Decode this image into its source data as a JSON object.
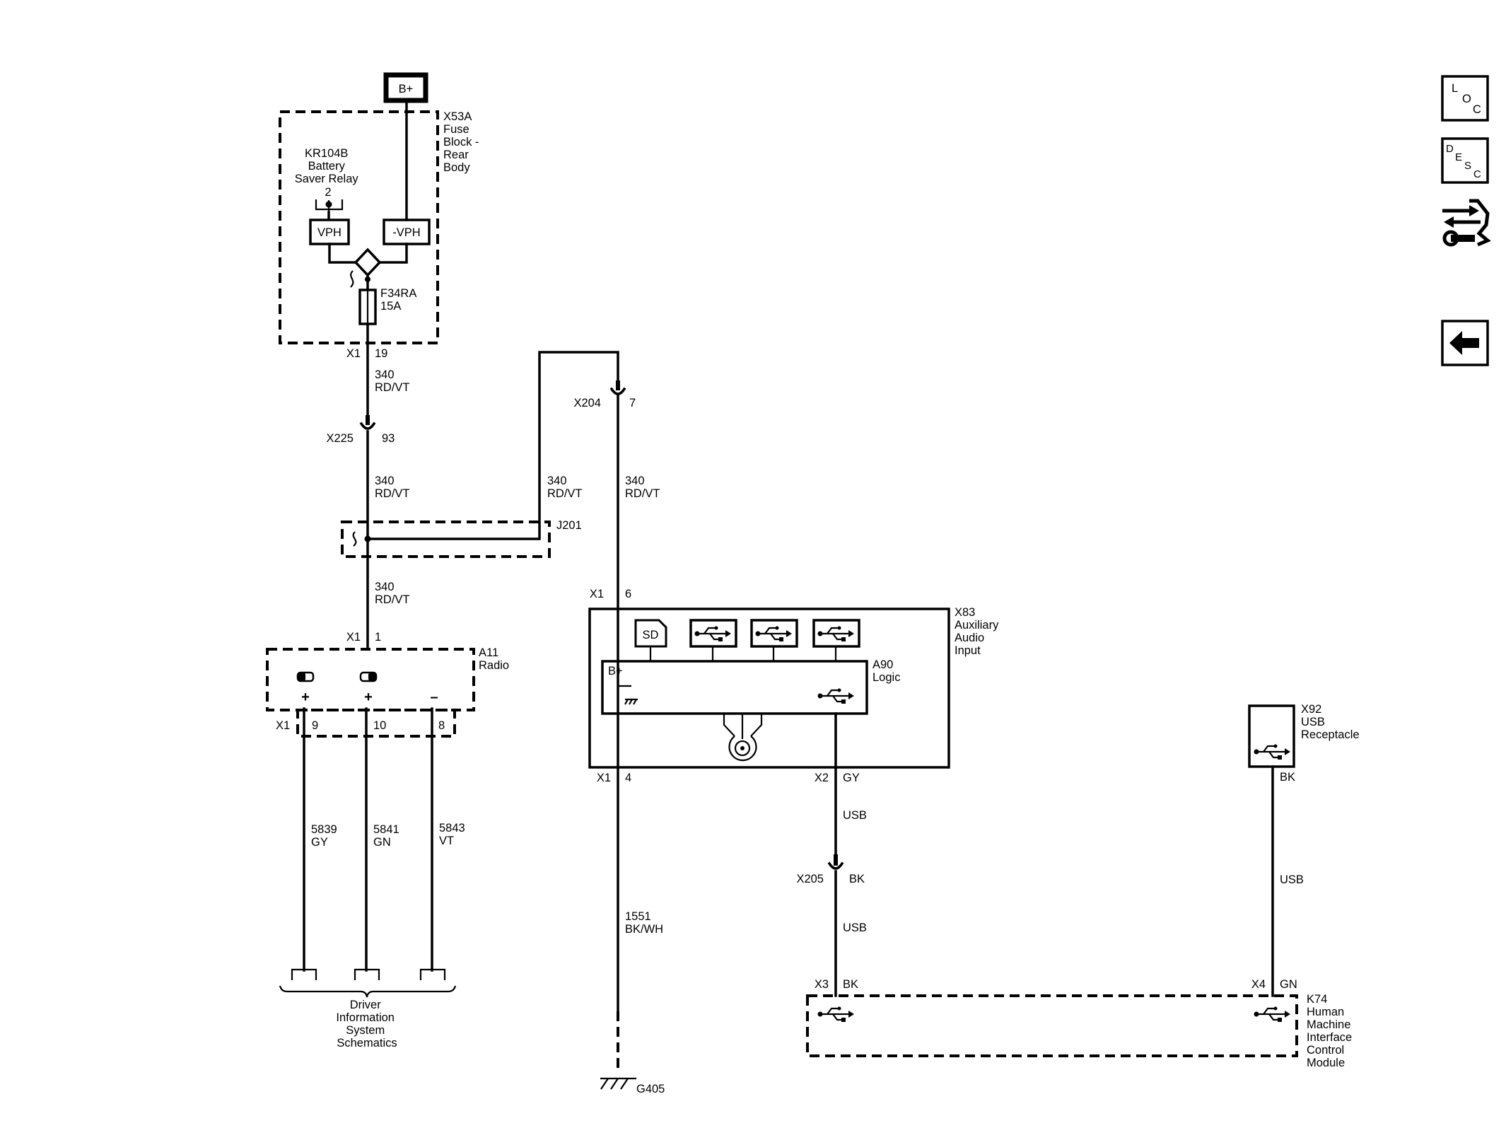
{
  "power": {
    "bplus": "B+"
  },
  "fuse_block": {
    "lines": [
      "X53A",
      "Fuse",
      "Block -",
      "Rear",
      "Body"
    ]
  },
  "relay": {
    "lines": [
      "KR104B",
      "Battery",
      "Saver Relay"
    ],
    "pin": "2",
    "vph": "VPH",
    "neg_vph": "-VPH"
  },
  "fuse": {
    "lines": [
      "F34RA",
      "15A"
    ]
  },
  "conn_x1_19": {
    "name": "X1",
    "pin": "19"
  },
  "wire_340_a": {
    "lines": [
      "340",
      "RD/VT"
    ]
  },
  "conn_x225": {
    "name": "X225",
    "pin": "93"
  },
  "wire_340_b": {
    "lines": [
      "340",
      "RD/VT"
    ]
  },
  "wire_340_c": {
    "lines": [
      "340",
      "RD/VT"
    ]
  },
  "splice": {
    "name": "J201"
  },
  "wire_340_d": {
    "lines": [
      "340",
      "RD/VT"
    ]
  },
  "radio": {
    "conn": "X1",
    "pin_in": "1",
    "lines": [
      "A11",
      "Radio"
    ],
    "pins": [
      "X1",
      "9",
      "10",
      "8"
    ],
    "signs": [
      "+",
      "+",
      "–"
    ]
  },
  "wires_radio": [
    {
      "num": "5839",
      "color": "GY"
    },
    {
      "num": "5841",
      "color": "GN"
    },
    {
      "num": "5843",
      "color": "VT"
    }
  ],
  "dis": {
    "lines": [
      "Driver",
      "Information",
      "System",
      "Schematics"
    ]
  },
  "conn_x204": {
    "name": "X204",
    "pin": "7"
  },
  "wire_340_e": {
    "lines": [
      "340",
      "RD/VT"
    ]
  },
  "aux": {
    "conn_top": "X1",
    "pin_top": "6",
    "lines": [
      "X83",
      "Auxiliary",
      "Audio",
      "Input"
    ],
    "sd": "SD",
    "logic_lines": [
      "A90",
      "Logic"
    ],
    "bplus": "B+",
    "conn_bottom1": "X1",
    "pin_bottom1": "4",
    "conn_bottom2": "X2",
    "pin_bottom2": "GY"
  },
  "wire_1551": {
    "lines": [
      "1551",
      "BK/WH"
    ]
  },
  "ground": {
    "name": "G405"
  },
  "usb_labels": [
    "USB",
    "USB",
    "USB"
  ],
  "conn_x205": {
    "name": "X205",
    "pin": "BK"
  },
  "usb_receptacle": {
    "lines": [
      "X92",
      "USB",
      "Receptacle"
    ],
    "pin": "BK"
  },
  "hmi": {
    "lines": [
      "K74",
      "Human",
      "Machine",
      "Interface",
      "Control",
      "Module"
    ],
    "conn_left": "X3",
    "pin_left": "BK",
    "conn_right": "X4",
    "pin_right": "GN"
  },
  "nav": {
    "loc": [
      "L",
      "O",
      "C"
    ],
    "desc": [
      "D",
      "E",
      "S",
      "C"
    ]
  }
}
